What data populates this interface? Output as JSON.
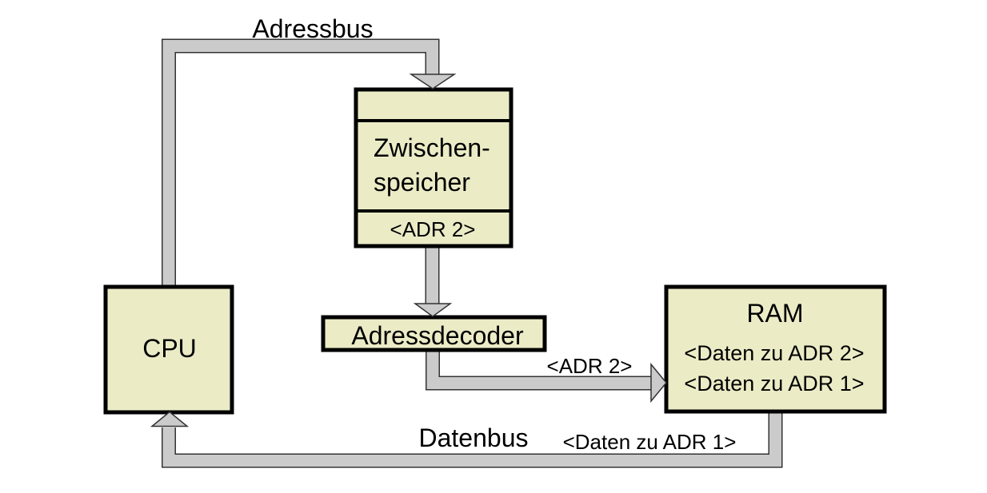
{
  "diagram": {
    "colors": {
      "background": "#ffffff",
      "box_fill": "#ebecc6",
      "box_border": "#000000",
      "bus_fill": "#cbcbcb",
      "bus_outline": "#333333",
      "text": "#000000"
    },
    "labels": {
      "adressbus": "Adressbus",
      "datenbus": "Datenbus",
      "bus_adr2": "<ADR 2>",
      "bus_daten_adr1": "<Daten zu ADR 1>"
    },
    "cpu": {
      "label": "CPU"
    },
    "zwischenspeicher": {
      "line1": "Zwischen-",
      "line2": "speicher",
      "value": "<ADR 2>"
    },
    "adressdecoder": {
      "label": "Adressdecoder"
    },
    "ram": {
      "title": "RAM",
      "row1": "<Daten zu ADR 2>",
      "row2": "<Daten zu ADR 1>"
    }
  }
}
